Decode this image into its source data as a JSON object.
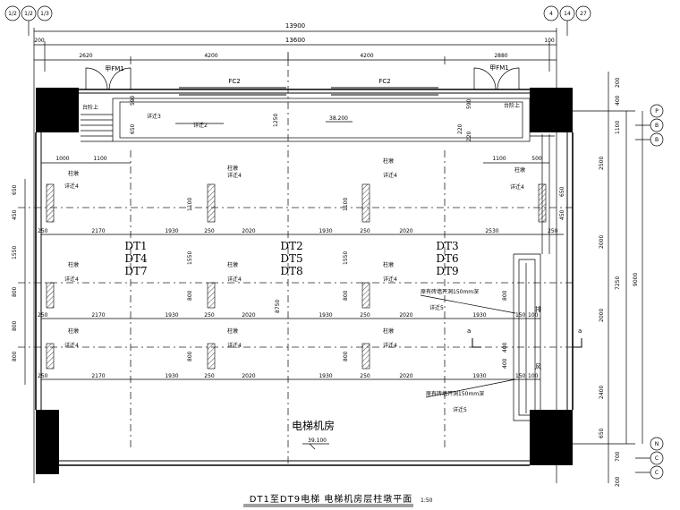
{
  "top_axes_left": [
    "1/2",
    "1/2",
    "1/3"
  ],
  "top_axes_right": [
    "4",
    "14",
    "27"
  ],
  "right_axes": [
    "P",
    "B",
    "B",
    "N",
    "C",
    "C"
  ],
  "overall": {
    "total": "13900",
    "inner": "13600",
    "left_edge": "200",
    "right_edge": "100"
  },
  "top_segments": [
    "2620",
    "4200",
    "4200",
    "2880"
  ],
  "doors": {
    "left": "甲FM1",
    "right": "甲FM1"
  },
  "windows": [
    "FC2",
    "FC2"
  ],
  "notes": {
    "step": "台阶上",
    "d3": "详迁3",
    "d2": "详迁2",
    "d4": "详迁4",
    "d5": "详迁5",
    "column": "柱墩",
    "hole1": "原有砖墙开洞150mm深",
    "hole2": "原有砖墙开洞150mm深"
  },
  "levels": {
    "upper": "38.200",
    "main": "39.100"
  },
  "room": "电梯机房",
  "elevators": {
    "col1": [
      "DT1",
      "DT4",
      "DT7"
    ],
    "col2": [
      "DT2",
      "DT5",
      "DT8"
    ],
    "col3": [
      "DT3",
      "DT6",
      "DT9"
    ]
  },
  "exhaust": [
    "排",
    "风"
  ],
  "section_marks": [
    "a",
    "a"
  ],
  "row_dims": [
    "250",
    "2170",
    "1930",
    "250",
    "2020",
    "1930",
    "250",
    "2020",
    "2530",
    "250"
  ],
  "row_dims_lower": [
    "250",
    "2170",
    "1930",
    "250",
    "2020",
    "1930",
    "250",
    "2020",
    "1930",
    "150",
    "100"
  ],
  "small_dims": {
    "d1000": "1000",
    "d1100": "1100",
    "d500": "500",
    "d590": "590",
    "d650": "650",
    "d1250": "1250",
    "d220": "220"
  },
  "left_dims": [
    "650",
    "450",
    "1550",
    "800",
    "800",
    "800"
  ],
  "inner_col_dims": [
    "1100",
    "1550",
    "800",
    "800",
    "400"
  ],
  "right_dims_a": [
    "200",
    "400",
    "1100",
    "2500",
    "2000",
    "2000",
    "2400",
    "650",
    "700",
    "200"
  ],
  "right_dims_b": [
    "7250",
    "9000"
  ],
  "center_dim": "8750",
  "drawing_title": "DT1至DT9电梯 电梯机房层柱墩平面",
  "scale": "1:50"
}
